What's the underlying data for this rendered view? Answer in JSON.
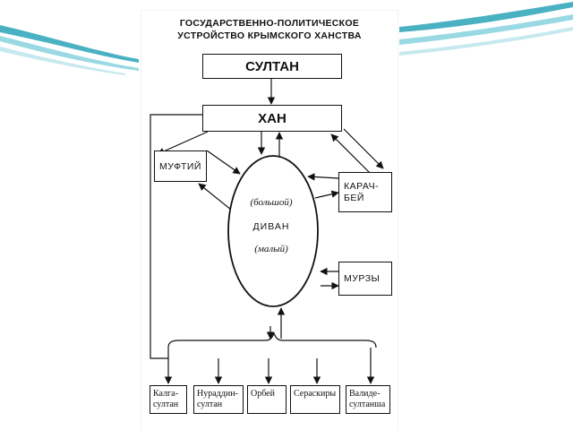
{
  "title": {
    "line1": "ГОСУДАРСТВЕННО-ПОЛИТИЧЕСКОЕ",
    "line2": "УСТРОЙСТВО КРЫМСКОГО ХАНСТВА"
  },
  "boxes": {
    "sultan": "СУЛТАН",
    "khan": "ХАН",
    "mufti": "МУФТИЙ",
    "karach_bey": "КАРАЧ-\nБЕЙ",
    "murzy": "МУРЗЫ"
  },
  "divan": {
    "upper": "(большой)",
    "label": "ДИВАН",
    "lower": "(малый)"
  },
  "bottom_boxes": [
    "Калга-\nсултан",
    "Нураддин-\nсултан",
    "Орбей",
    "Сераскиры",
    "Валиде-\nсултанша"
  ],
  "colors": {
    "frame_teal": "#2aa3b8",
    "line": "#111111"
  }
}
